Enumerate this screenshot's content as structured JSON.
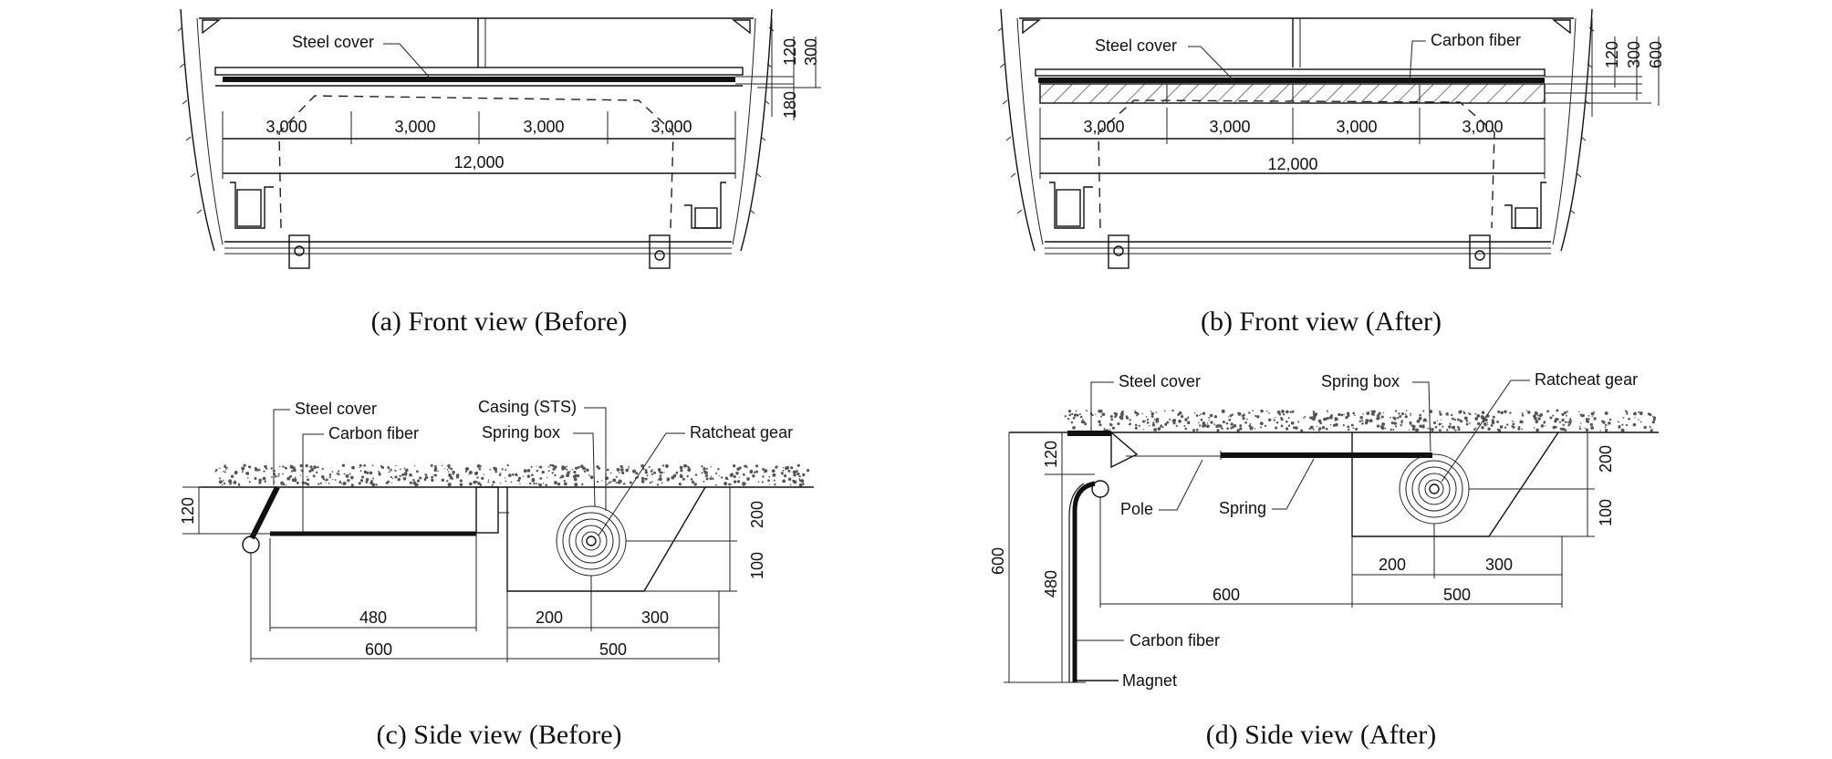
{
  "panels": {
    "a": {
      "caption": "(a) Front view (Before)",
      "steel_cover": "Steel cover",
      "dims_right": [
        "120",
        "300",
        "180"
      ],
      "spans": [
        "3,000",
        "3,000",
        "3,000",
        "3,000"
      ],
      "total": "12,000"
    },
    "b": {
      "caption": "(b) Front view (After)",
      "steel_cover": "Steel cover",
      "carbon_fiber": "Carbon fiber",
      "dims_right": [
        "120",
        "300",
        "600"
      ],
      "spans": [
        "3,000",
        "3,000",
        "3,000",
        "3,000"
      ],
      "total": "12,000"
    },
    "c": {
      "caption": "(c) Side view (Before)",
      "steel_cover": "Steel cover",
      "carbon_fiber": "Carbon fiber",
      "casing": "Casing (STS)",
      "spring_box": "Spring box",
      "ratchet_gear": "Ratcheat gear",
      "dims": [
        "120",
        "200",
        "100",
        "480",
        "200",
        "300",
        "600",
        "500"
      ]
    },
    "d": {
      "caption": "(d) Side view (After)",
      "steel_cover": "Steel cover",
      "spring_box": "Spring box",
      "ratchet_gear": "Ratcheat gear",
      "pole": "Pole",
      "spring": "Spring",
      "carbon_fiber": "Carbon fiber",
      "magnet": "Magnet",
      "dims": [
        "120",
        "200",
        "100",
        "200",
        "300",
        "600",
        "500",
        "600",
        "480"
      ]
    }
  }
}
